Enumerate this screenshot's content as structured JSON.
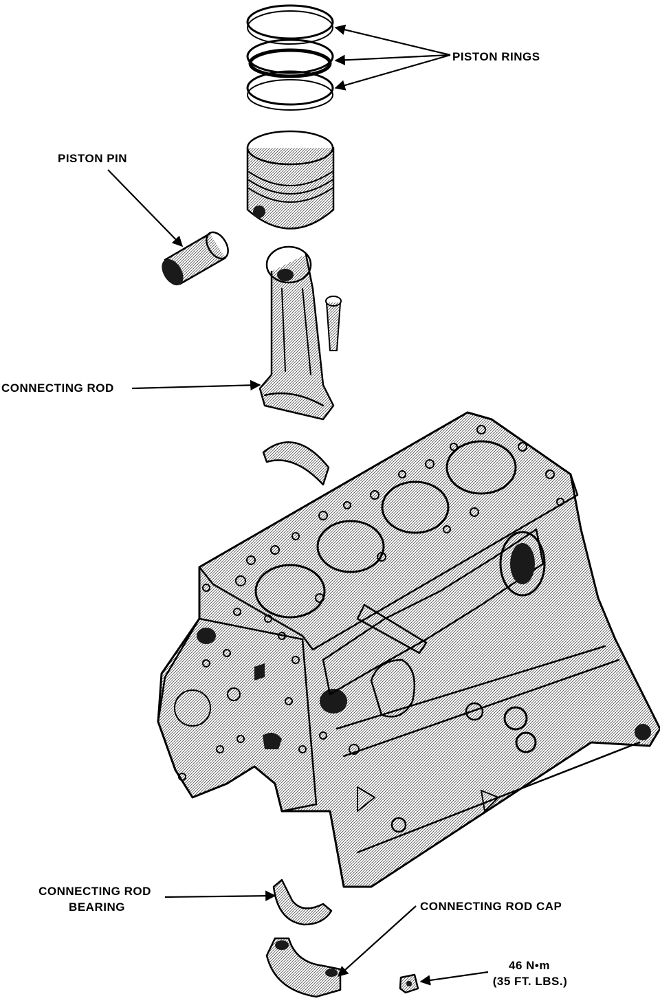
{
  "labels": {
    "piston_rings": "PISTON RINGS",
    "piston_pin": "PISTON PIN",
    "connecting_rod": "CONNECTING ROD",
    "connecting_rod_bearing_line1": "CONNECTING ROD",
    "connecting_rod_bearing_line2": "BEARING",
    "connecting_rod_cap": "CONNECTING ROD CAP",
    "torque_metric": "46 N•m",
    "torque_imperial": "(35 FT. LBS.)"
  }
}
